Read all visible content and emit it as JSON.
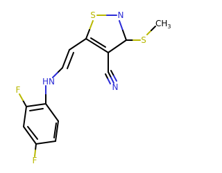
{
  "colors": {
    "background": "#ffffff",
    "bond": "#000000",
    "carbon": "#000000",
    "sulfur": "#b8b800",
    "nitrogen": "#2b2bd6",
    "fluorine": "#b8b800"
  },
  "structure": {
    "type": "chemical-structure",
    "atom_labels": {
      "ring_sulfur": "S",
      "ring_nitrogen": "N",
      "methylthio_sulfur": "S",
      "methyl": "CH",
      "methyl_subscript": "3",
      "nitrile_nitrogen": "N",
      "amine": "HN",
      "fluorine_ortho": "F",
      "fluorine_para": "F"
    }
  }
}
